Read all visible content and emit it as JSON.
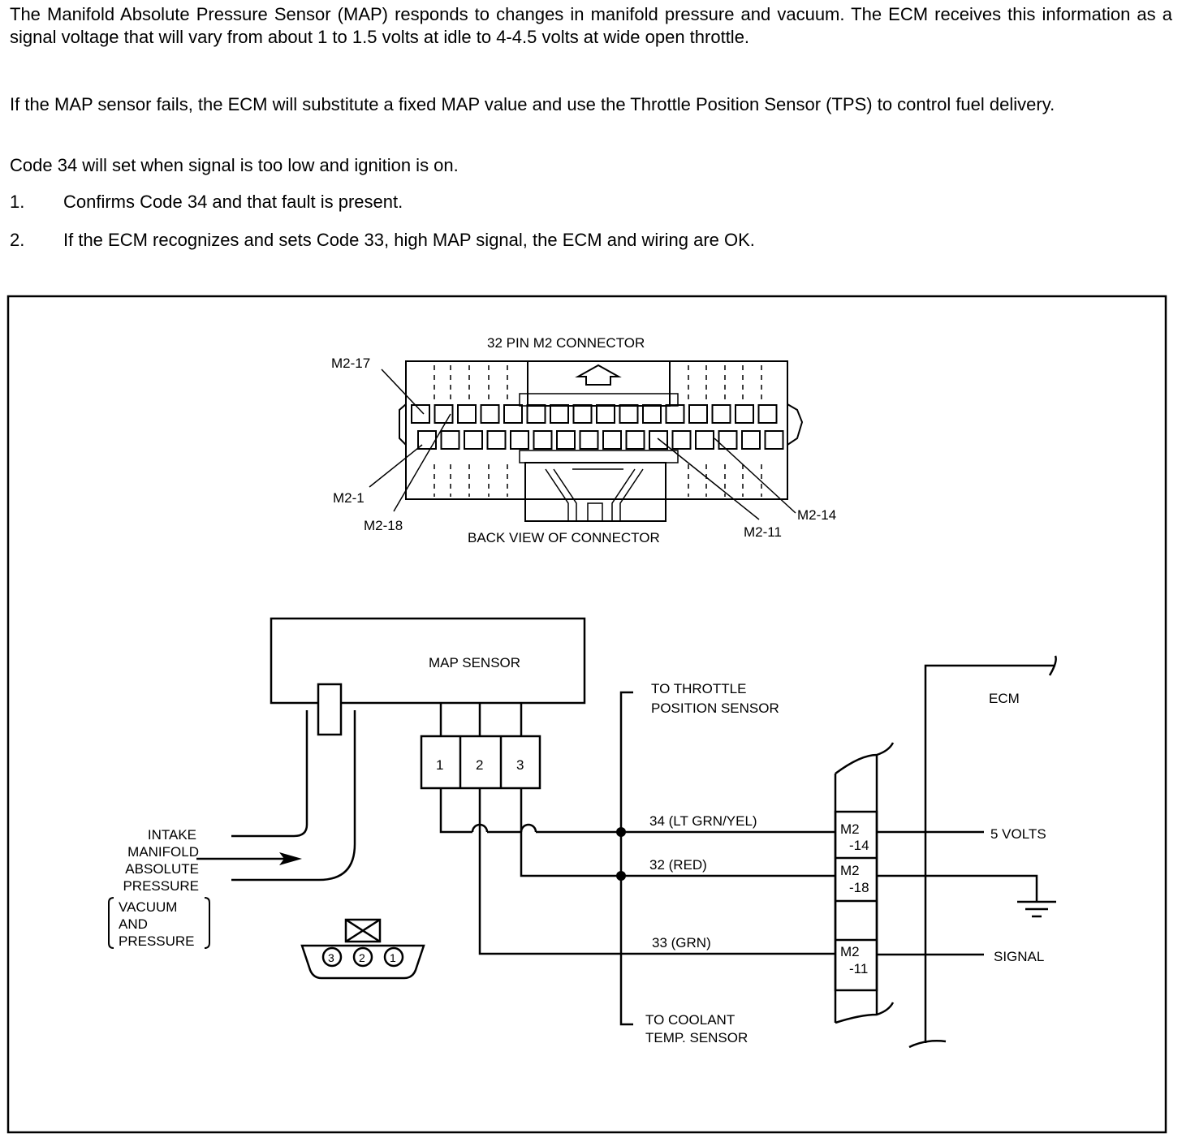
{
  "text": {
    "para1": "The Manifold Absolute Pressure Sensor (MAP) responds to changes in manifold pressure and vacuum. The ECM receives this information as a signal voltage that will vary from about 1 to 1.5 volts at idle to 4-4.5 volts at wide open throttle.",
    "para2": "If the MAP sensor fails, the ECM will substitute a fixed MAP value and use the Throttle Position Sensor (TPS) to control fuel delivery.",
    "para3": "Code 34 will set when signal is too low and ignition is on.",
    "steps": [
      {
        "num": "1.",
        "text": "Confirms Code 34 and that fault is present."
      },
      {
        "num": "2.",
        "text": "If the ECM recognizes and sets Code 33, high MAP signal, the ECM and wiring are OK."
      }
    ]
  },
  "connector": {
    "title": "32 PIN M2 CONNECTOR",
    "caption": "BACK VIEW OF CONNECTOR",
    "labels": {
      "m2_17": "M2-17",
      "m2_1": "M2-1",
      "m2_18": "M2-18",
      "m2_11": "M2-11",
      "m2_14": "M2-14"
    }
  },
  "schematic": {
    "map_sensor": "MAP SENSOR",
    "pins": [
      "1",
      "2",
      "3"
    ],
    "intake": [
      "INTAKE",
      "MANIFOLD",
      "ABSOLUTE",
      "PRESSURE"
    ],
    "vacuum": [
      "VACUUM",
      "AND",
      "PRESSURE"
    ],
    "to_tps": [
      "TO THROTTLE",
      "POSITION SENSOR"
    ],
    "to_cts": [
      "TO COOLANT",
      "TEMP. SENSOR"
    ],
    "wires": {
      "w34": "34 (LT GRN/YEL)",
      "w32": "32 (RED)",
      "w33": "33 (GRN)"
    },
    "ecm": "ECM",
    "terminals": [
      {
        "top": "M2",
        "bottom": "-14"
      },
      {
        "top": "M2",
        "bottom": "-18"
      },
      {
        "top": "M2",
        "bottom": "-11"
      }
    ],
    "outputs": {
      "five_volts": "5 VOLTS",
      "signal": "SIGNAL"
    },
    "plug_pins": [
      "3",
      "2",
      "1"
    ]
  }
}
